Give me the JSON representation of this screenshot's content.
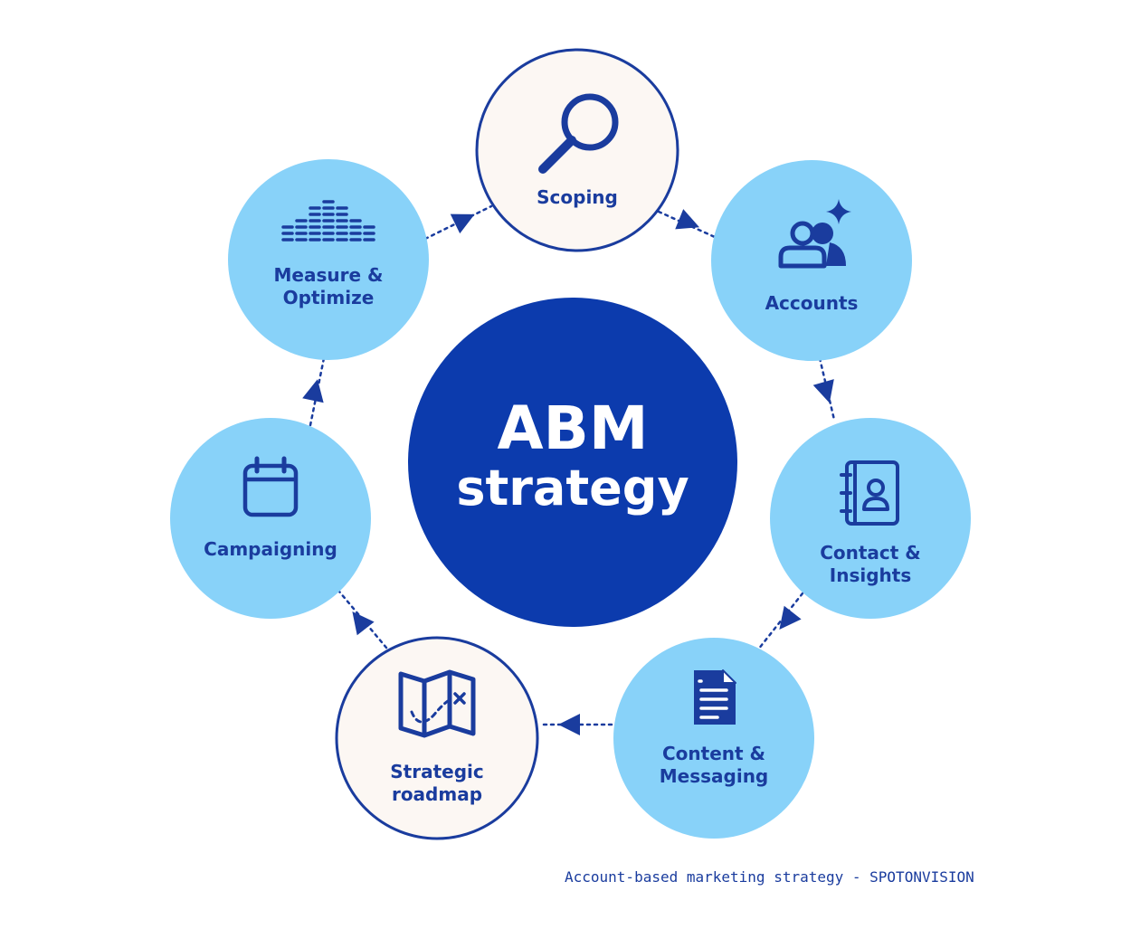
{
  "colors": {
    "navy": "#1a3c9e",
    "center": "#0c3bad",
    "light_blue": "#88d2f9",
    "cream": "#fcf7f3"
  },
  "center": {
    "line1": "ABM",
    "line2": "strategy"
  },
  "nodes": [
    {
      "id": "scoping",
      "icon": "search-icon",
      "fill": "cream",
      "lines": [
        "Scoping"
      ]
    },
    {
      "id": "accounts",
      "icon": "users-sparkle-icon",
      "fill": "light_blue",
      "lines": [
        "Accounts"
      ]
    },
    {
      "id": "contact",
      "icon": "contact-book-icon",
      "fill": "light_blue",
      "lines": [
        "Contact &",
        "Insights"
      ]
    },
    {
      "id": "content",
      "icon": "document-icon",
      "fill": "light_blue",
      "lines": [
        "Content &",
        "Messaging"
      ]
    },
    {
      "id": "roadmap",
      "icon": "map-icon",
      "fill": "cream",
      "lines": [
        "Strategic",
        "roadmap"
      ]
    },
    {
      "id": "campaigning",
      "icon": "calendar-icon",
      "fill": "light_blue",
      "lines": [
        "Campaigning"
      ]
    },
    {
      "id": "measure",
      "icon": "equalizer-icon",
      "fill": "light_blue",
      "lines": [
        "Measure &",
        "Optimize"
      ]
    }
  ],
  "caption": {
    "text": "Account-based marketing strategy",
    "brand": "SPOTONVISION"
  }
}
